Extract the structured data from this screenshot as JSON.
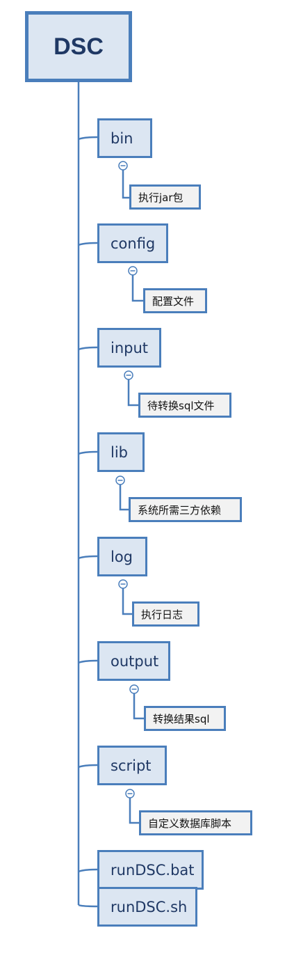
{
  "root": {
    "label": "DSC"
  },
  "items": [
    {
      "label": "bin",
      "child": "执行jar包"
    },
    {
      "label": "config",
      "child": "配置文件"
    },
    {
      "label": "input",
      "child": "待转换sql文件"
    },
    {
      "label": "lib",
      "child": "系统所需三方依赖"
    },
    {
      "label": "log",
      "child": "执行日志"
    },
    {
      "label": "output",
      "child": "转换结果sql"
    },
    {
      "label": "script",
      "child": "自定义数据库脚本"
    },
    {
      "label": "runDSC.bat"
    },
    {
      "label": "runDSC.sh"
    }
  ],
  "colors": {
    "box_fill": "#dce6f2",
    "leaf_fill": "#f2f2f2",
    "border": "#4a7ebb",
    "text": "#1f3864"
  }
}
